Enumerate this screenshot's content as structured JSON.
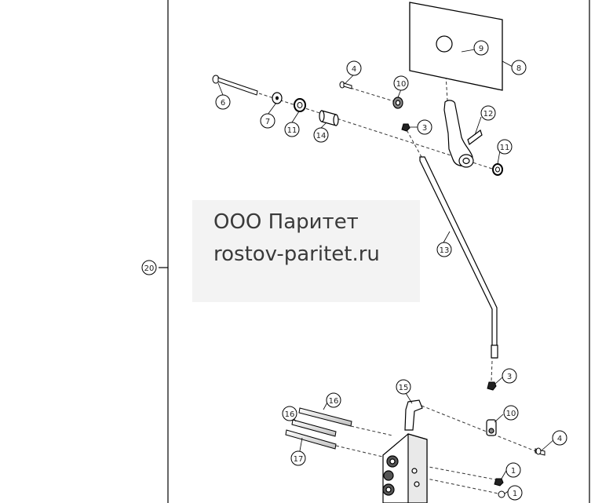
{
  "watermark": {
    "line1": "ООО Паритет",
    "line2": "rostov-paritet.ru"
  },
  "callouts": [
    "20",
    "6",
    "7",
    "11",
    "14",
    "4",
    "10",
    "3",
    "9",
    "8",
    "12",
    "11",
    "13",
    "3",
    "15",
    "16",
    "16",
    "17",
    "10",
    "4",
    "1",
    "1"
  ]
}
